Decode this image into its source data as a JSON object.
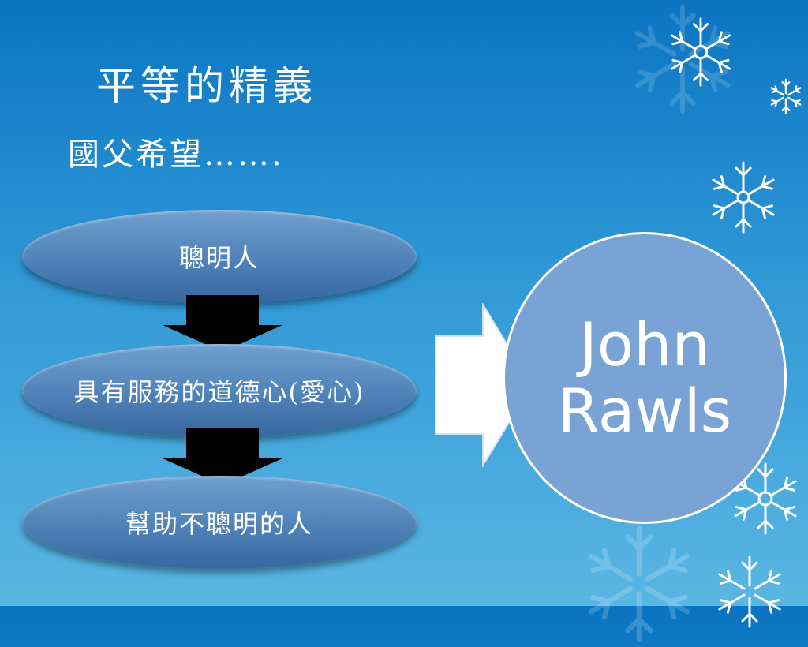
{
  "slide": {
    "title": "平等的精義",
    "subtitle": "國父希望…….",
    "flow": [
      {
        "label": "聰明人"
      },
      {
        "label": "具有服務的道德心(愛心)"
      },
      {
        "label": "幫助不聰明的人"
      }
    ],
    "result": {
      "line1": "John",
      "line2": "Rawls"
    }
  },
  "colors": {
    "background_top": "#0a74c2",
    "background_bottom": "#5ab6e3",
    "ellipse_fill": "#4f82b8",
    "circle_fill": "#79a3d4",
    "arrow_fill": "#000000"
  },
  "icons": [
    "snowflake-icon",
    "down-arrow-icon",
    "right-arrow-icon"
  ]
}
